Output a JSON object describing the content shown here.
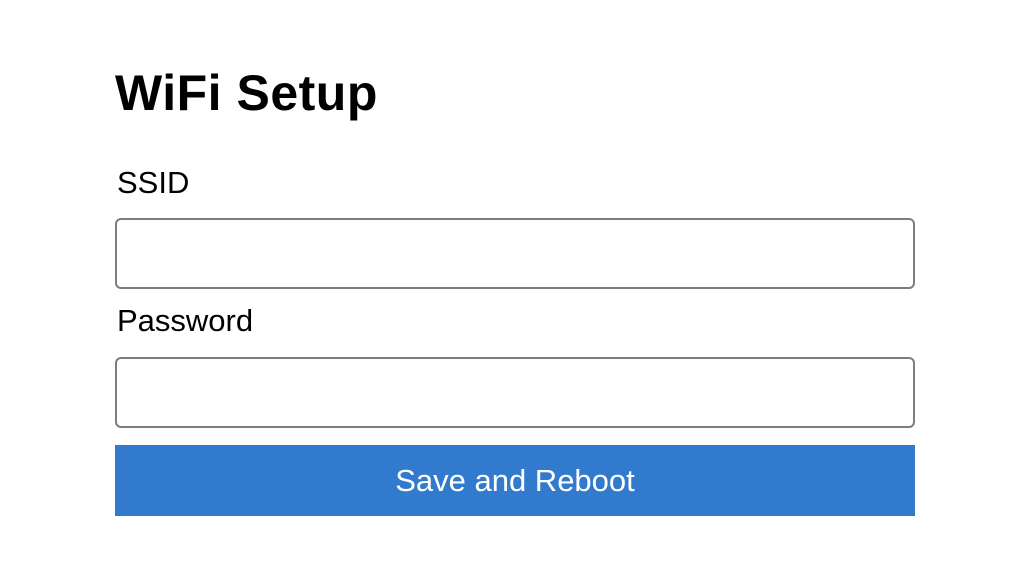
{
  "page": {
    "title": "WiFi Setup"
  },
  "form": {
    "ssid": {
      "label": "SSID",
      "value": "",
      "placeholder": ""
    },
    "password": {
      "label": "Password",
      "value": "",
      "placeholder": ""
    },
    "submit_label": "Save and Reboot"
  },
  "colors": {
    "button_background": "#317acd",
    "button_text": "#ffffff",
    "input_border": "#7d7d7d",
    "page_background": "#ffffff",
    "text": "#000000"
  }
}
